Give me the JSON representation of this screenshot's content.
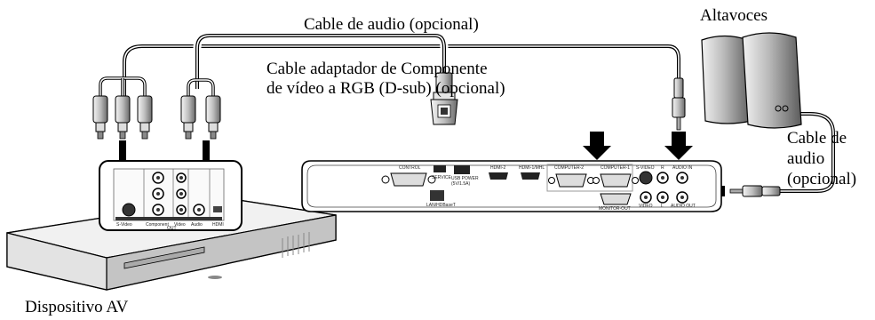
{
  "labels": {
    "audio_cable_top": "Cable de audio (opcional)",
    "adapter_cable_line1": "Cable adaptador de Componente",
    "adapter_cable_line2": "de vídeo a RGB (D-sub) (opcional)",
    "speakers": "Altavoces",
    "audio_cable_right_line1": "Cable de",
    "audio_cable_right_line2": "audio",
    "audio_cable_right_line3": "(opcional)",
    "av_device": "Dispositivo AV"
  },
  "projector_ports": {
    "control": "CONTROL",
    "service": "SERVICE",
    "usb_power": "USB POWER",
    "usb_power_rating": "(5V/1.5A)",
    "lan": "LAN/HDBaseT",
    "hdmi2": "HDMI-2",
    "hdmi1": "HDMI-1/MHL",
    "computer2": "COMPUTER-2",
    "computer1": "COMPUTER-1",
    "monitor_out": "MONITOR-OUT",
    "svideo": "S-VIDEO",
    "video": "VIDEO",
    "audio_r": "R",
    "audio_l": "L",
    "audio_in": "AUDIO IN",
    "audio_out": "AUDIO OUT"
  },
  "device_ports": {
    "svideo": "S-Video",
    "component": "Component",
    "video": "Video",
    "audio": "Audio",
    "hdmi": "HDMI",
    "out": "OUT"
  }
}
